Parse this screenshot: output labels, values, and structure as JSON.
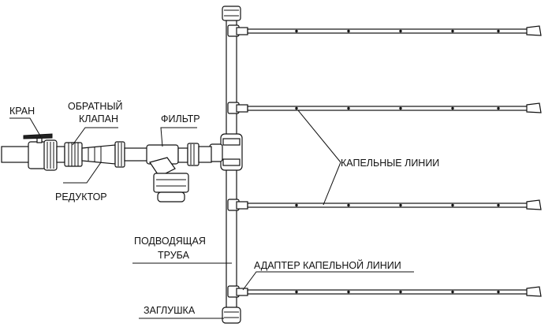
{
  "labels": {
    "valve": "КРАН",
    "check_valve_1": "ОБРАТНЫЙ",
    "check_valve_2": "КЛАПАН",
    "filter": "ФИЛЬТР",
    "reducer": "РЕДУКТОР",
    "drip_lines": "КАПЕЛЬНЫЕ ЛИНИИ",
    "supply_pipe_1": "ПОДВОДЯЩАЯ",
    "supply_pipe_2": "ТРУБА",
    "drip_adapter": "АДАПТЕР КАПЕЛЬНОЙ ЛИНИИ",
    "end_cap": "ЗАГЛУШКА"
  }
}
